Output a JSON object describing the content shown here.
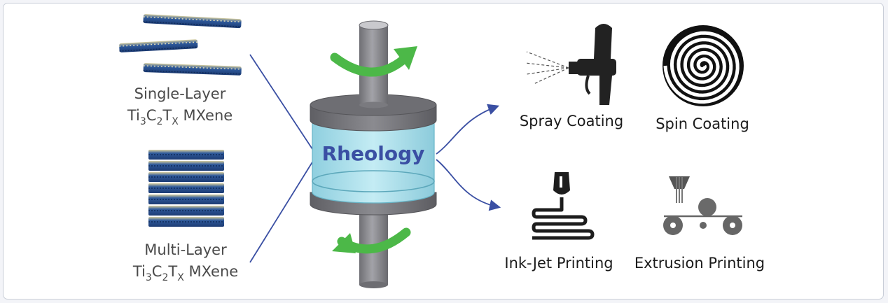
{
  "inputs": {
    "single_layer": {
      "line1": "Single-Layer",
      "formula": {
        "ti": "Ti",
        "ti_sub": "3",
        "c": "C",
        "c_sub": "2",
        "t": "T",
        "t_sub": "X",
        "rest": " MXene"
      }
    },
    "multi_layer": {
      "line1": "Multi-Layer",
      "formula": {
        "ti": "Ti",
        "ti_sub": "3",
        "c": "C",
        "c_sub": "2",
        "t": "T",
        "t_sub": "X",
        "rest": " MXene"
      }
    }
  },
  "center": {
    "label": "Rheology"
  },
  "applications": {
    "spray": "Spray Coating",
    "spin": "Spin Coating",
    "inkjet": "Ink-Jet Printing",
    "extrusion": "Extrusion Printing"
  },
  "colors": {
    "connector": "#3a4fa3",
    "fluid": "#a9dce8",
    "fluid_edge": "#67b5c8",
    "rod": "#8e8e93",
    "rotation_arrow": "#4cb848",
    "layer_blue": "#27508f",
    "layer_tan": "#d9cfa0",
    "rheology_text": "#3a4fa3"
  },
  "icons": [
    "mxene-layer-stack-icon",
    "spray-gun-icon",
    "spiral-icon",
    "inkjet-printer-icon",
    "extrusion-rollers-icon",
    "rotation-arrow-icon"
  ]
}
